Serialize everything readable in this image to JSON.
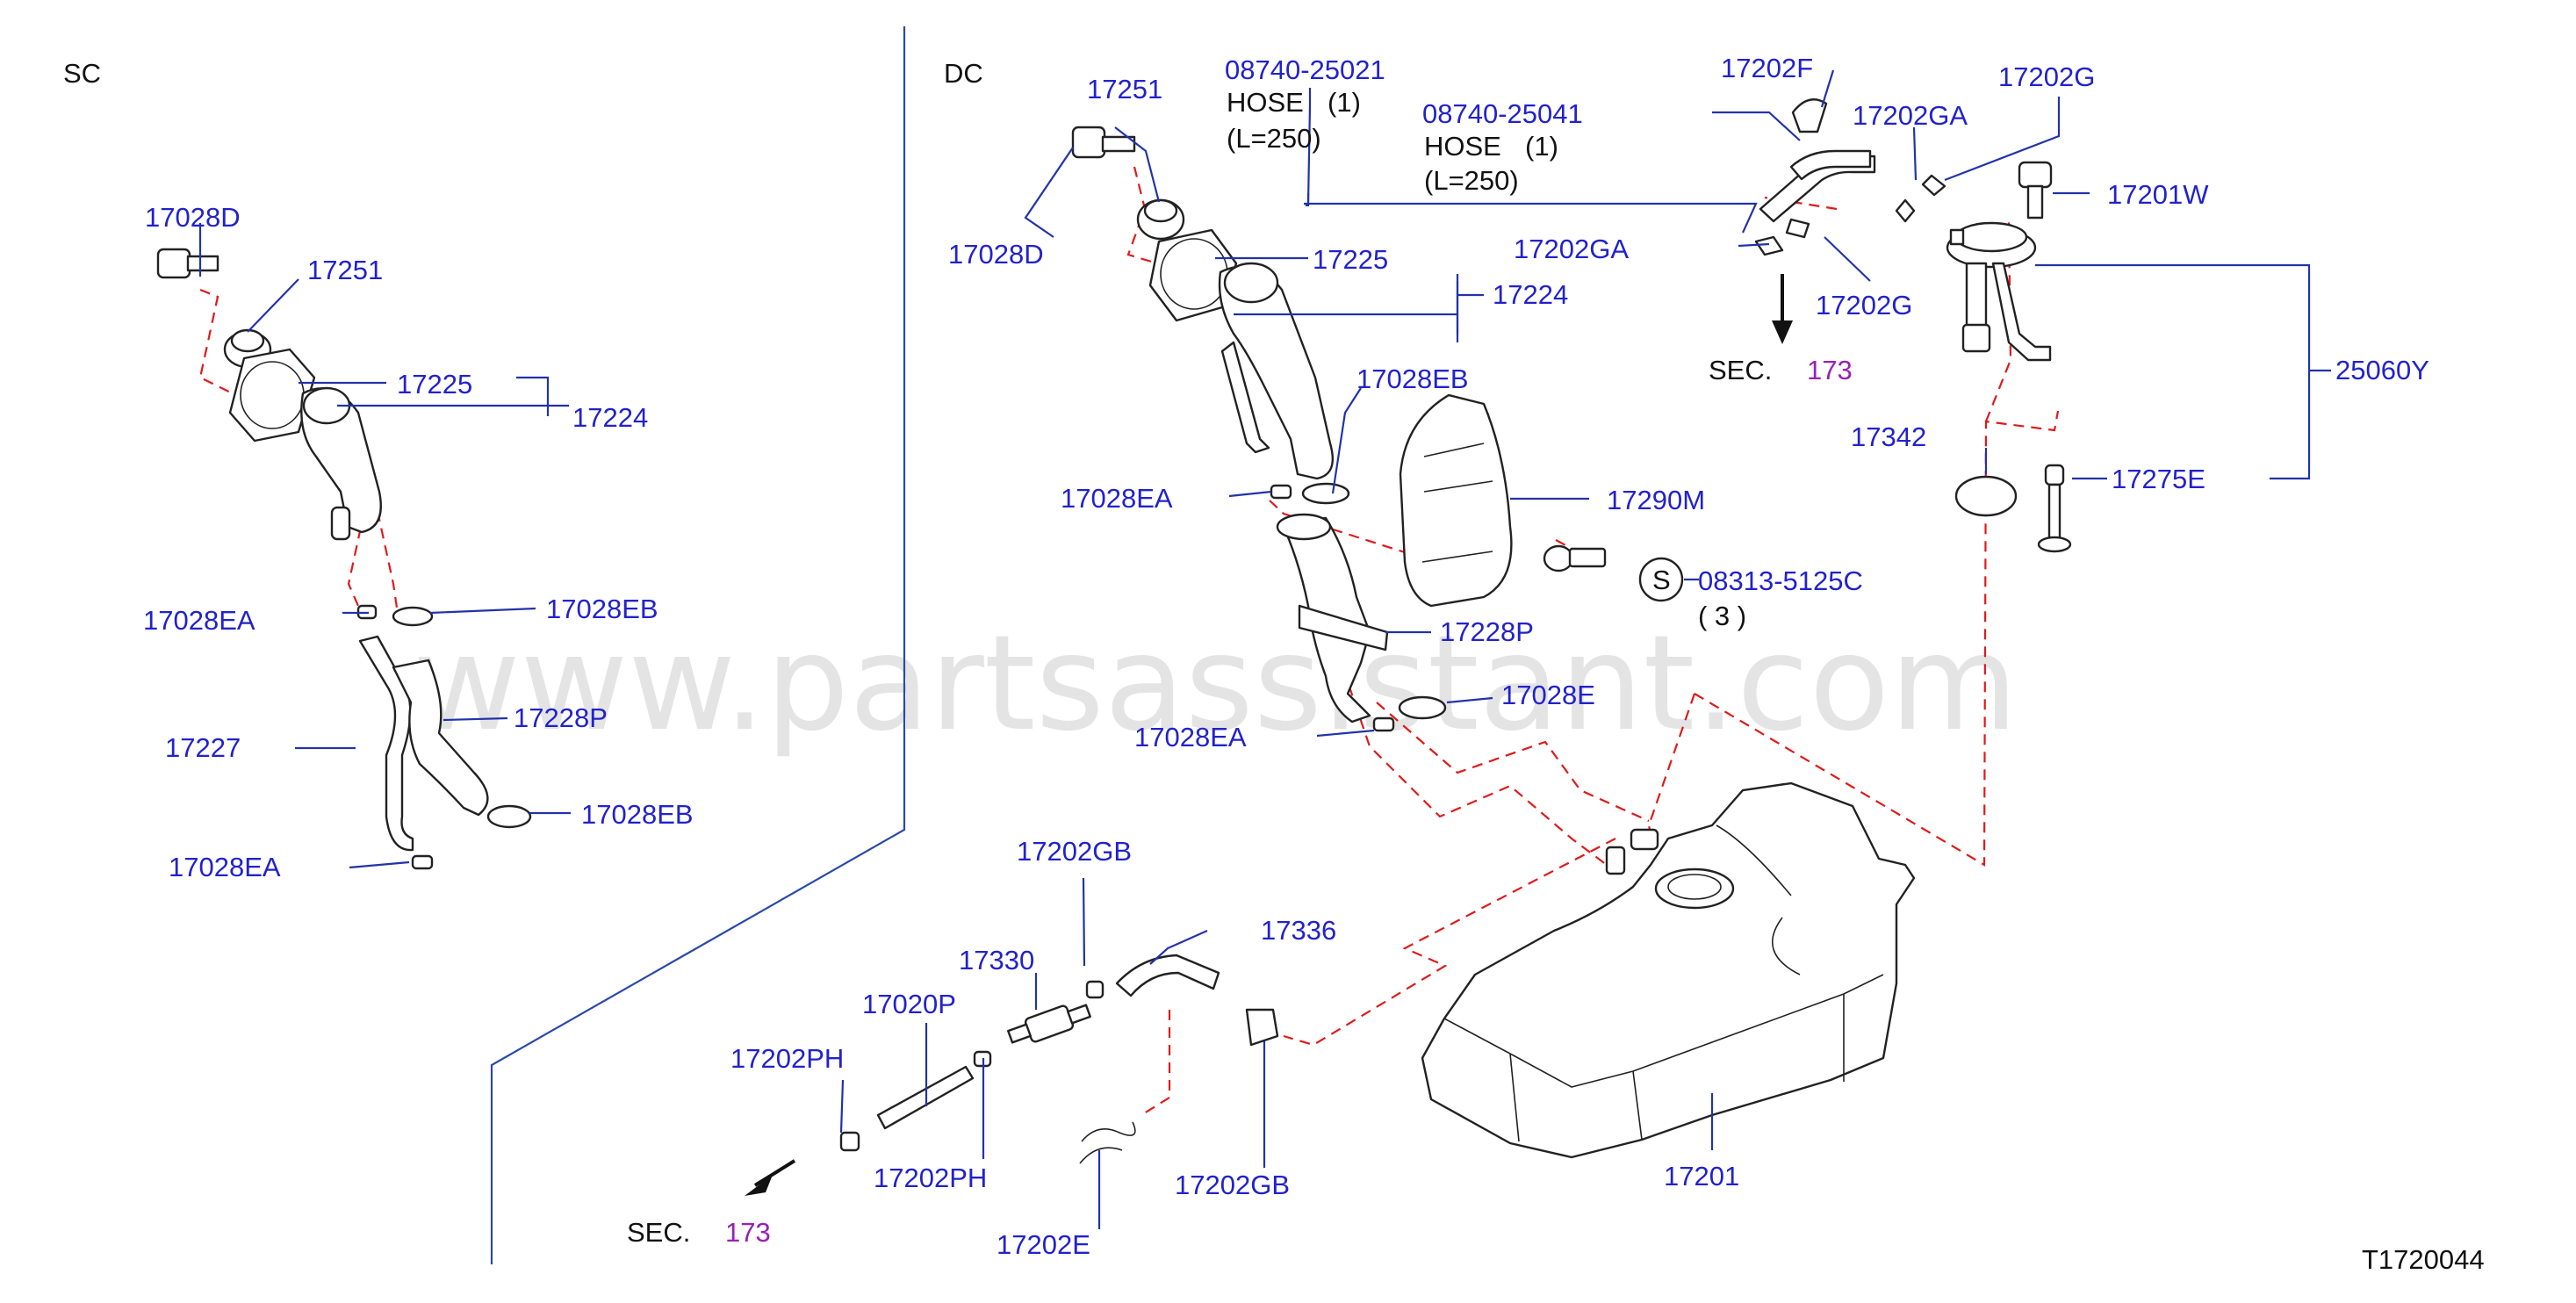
{
  "sections": {
    "left": "SC",
    "right": "DC"
  },
  "watermark": "www.partsassistant.com",
  "diagram_code": "T1720044",
  "sc_labels": {
    "l17028d": "17028D",
    "l17251": "17251",
    "l17225": "17225",
    "l17224": "17224",
    "l17028ea_1": "17028EA",
    "l17028eb_1": "17028EB",
    "l17227": "17227",
    "l17228p": "17228P",
    "l17028eb_2": "17028EB",
    "l17028ea_2": "17028EA"
  },
  "dc_labels": {
    "l17251": "17251",
    "l17028d": "17028D",
    "hose1_part": "08740-25021",
    "hose1_name": "HOSE",
    "hose1_qty": "(1)",
    "hose1_len": "(L=250)",
    "hose2_part": "08740-25041",
    "hose2_name": "HOSE",
    "hose2_qty": "(1)",
    "hose2_len": "(L=250)",
    "l17202f": "17202F",
    "l17202ga_1": "17202GA",
    "l17202g_1": "17202G",
    "l17201w": "17201W",
    "l17225": "17225",
    "l17224": "17224",
    "l17202ga_2": "17202GA",
    "l17202g_2": "17202G",
    "sec_top_text": "SEC.",
    "sec_top_num": "173",
    "l25060y": "25060Y",
    "l17028eb": "17028EB",
    "l17342": "17342",
    "l17275e": "17275E",
    "l17028ea_1": "17028EA",
    "l17290m": "17290M",
    "screw_symbol": "S",
    "screw_part": "08313-5125C",
    "screw_qty": "( 3 )",
    "l17228p": "17228P",
    "l17028e": "17028E",
    "l17028ea_2": "17028EA",
    "l17202gb_1": "17202GB",
    "l17336": "17336",
    "l17330": "17330",
    "l17020p": "17020P",
    "l17202ph_1": "17202PH",
    "l17202ph_2": "17202PH",
    "l17202gb_2": "17202GB",
    "l17201": "17201",
    "l17202e": "17202E",
    "sec_bottom_text": "SEC.",
    "sec_bottom_num": "173"
  },
  "colors": {
    "label": "#2222cc",
    "section_ref": "#9a20b4",
    "dashed_line": "#e01a1a",
    "leader": "#2233aa"
  }
}
